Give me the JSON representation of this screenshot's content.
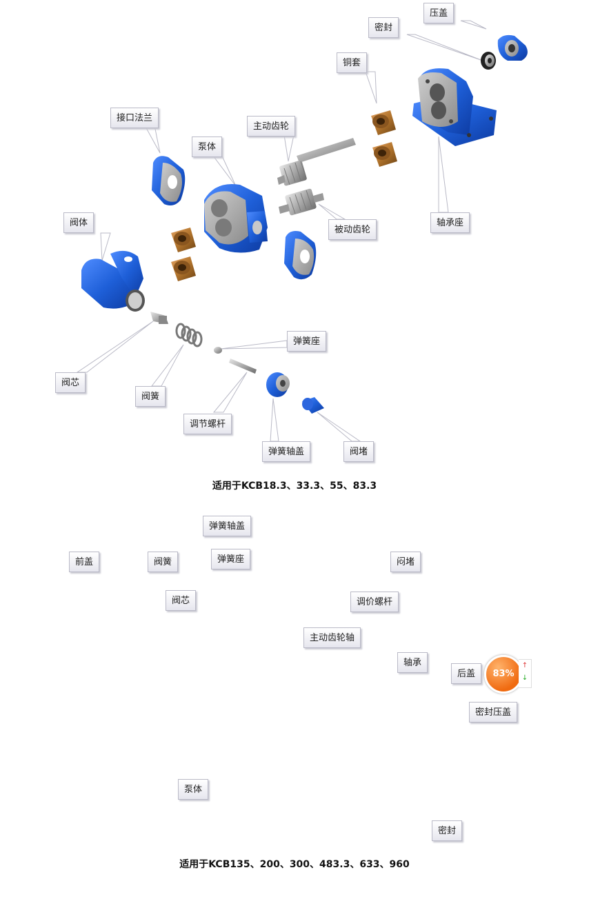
{
  "diagram1": {
    "caption": "适用于KCB18.3、33.3、55、83.3",
    "labels": {
      "yagai": "压盖",
      "mifeng": "密封",
      "tongtao": "铜套",
      "jiekou_falan": "接口法兰",
      "zhudong_chilun": "主动齿轮",
      "bengti": "泵体",
      "beidong_chilun": "被动齿轮",
      "zhouchengzuo": "轴承座",
      "fati": "阀体",
      "tanhuangzuo": "弹簧座",
      "faxin": "阀芯",
      "fahuang": "阀簧",
      "tiaojie_luogan": "调节螺杆",
      "tanhuang_zhougai": "弹簧轴盖",
      "fadu": "阀堵"
    }
  },
  "diagram2": {
    "caption": "适用于KCB135、200、300、483.3、633、960",
    "labels": {
      "tanhuang_zhougai": "弹簧轴盖",
      "fadu": "闷堵",
      "qiangai": "前盖",
      "fahuang": "阀簧",
      "tanhuangzuo": "弹簧座",
      "tiaojia_luogan": "调价螺杆",
      "faxin": "阀芯",
      "zhudong_chilunzhou": "主动齿轮轴",
      "zhoucheng": "轴承",
      "hougai": "后盖",
      "mifeng_yagai": "密封压盖",
      "bengti": "泵体",
      "mifeng": "密封"
    }
  },
  "badge": {
    "percent": "83%",
    "up": "↑",
    "down": "↓"
  },
  "colors": {
    "blue_part": "#1e5fd8",
    "steel": "#b7b7b7",
    "bronze": "#b2742c",
    "orange_badge": "#f06a10"
  }
}
